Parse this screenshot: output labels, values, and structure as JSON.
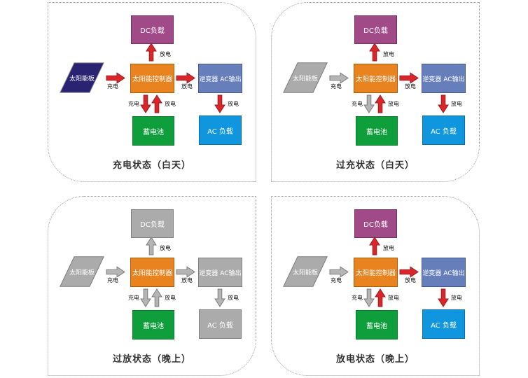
{
  "colors": {
    "arrow_active": "#D8262B",
    "arrow_inactive": "#B5B5B5",
    "controller": "#E8831F",
    "dc_load": "#A14A88",
    "inverter": "#667FBB",
    "ac_load": "#1096DE",
    "battery": "#0F9E3C",
    "solar_panel_day": "#2A2372",
    "solar_panel_inactive": "#ABABAB"
  },
  "quadrants": [
    {
      "title": "充电状态（白天）",
      "panel": {
        "label": "太阳能板",
        "variant": "navy"
      },
      "boxes": {
        "dc_load": {
          "label": "DC负载",
          "variant": "purple"
        },
        "controller": {
          "label": "太阳能控制器",
          "variant": "orange"
        },
        "inverter": {
          "label": "逆变器 AC输出",
          "variant": "slate"
        },
        "battery": {
          "label": "蓄电池",
          "variant": "green"
        },
        "ac_load": {
          "label": "AC 负载",
          "variant": "blue"
        }
      },
      "arrows": {
        "solar_to_controller": {
          "label": "充电",
          "state": "red"
        },
        "controller_to_dc": {
          "label": "放电",
          "state": "red"
        },
        "controller_to_inverter": {
          "label": "放电",
          "state": "red"
        },
        "inverter_to_ac": {
          "label": "放电",
          "state": "red"
        },
        "controller_to_battery": {
          "label": "充电",
          "state": "red"
        },
        "battery_to_controller": {
          "label": "放电",
          "state": "red"
        }
      }
    },
    {
      "title": "过充状态（白天）",
      "panel": {
        "label": "太阳能板",
        "variant": "gray"
      },
      "boxes": {
        "dc_load": {
          "label": "DC负载",
          "variant": "purple"
        },
        "controller": {
          "label": "太阳能控制器",
          "variant": "orange"
        },
        "inverter": {
          "label": "逆变器 AC输出",
          "variant": "slate"
        },
        "battery": {
          "label": "蓄电池",
          "variant": "green"
        },
        "ac_load": {
          "label": "AC 负载",
          "variant": "blue"
        }
      },
      "arrows": {
        "solar_to_controller": {
          "label": "充电",
          "state": "gray"
        },
        "controller_to_dc": {
          "label": "放电",
          "state": "red"
        },
        "controller_to_inverter": {
          "label": "放电",
          "state": "red"
        },
        "inverter_to_ac": {
          "label": "放电",
          "state": "red"
        },
        "controller_to_battery": {
          "label": "充电",
          "state": "gray"
        },
        "battery_to_controller": {
          "label": "放电",
          "state": "red"
        }
      }
    },
    {
      "title": "过放状态（晚上）",
      "panel": {
        "label": "太阳能板",
        "variant": "gray"
      },
      "boxes": {
        "dc_load": {
          "label": "DC负载",
          "variant": "gray"
        },
        "controller": {
          "label": "太阳能控制器",
          "variant": "orange"
        },
        "inverter": {
          "label": "逆变器 AC输出",
          "variant": "gray"
        },
        "battery": {
          "label": "蓄电池",
          "variant": "green"
        },
        "ac_load": {
          "label": "AC 负载",
          "variant": "gray"
        }
      },
      "arrows": {
        "solar_to_controller": {
          "label": "充电",
          "state": "gray"
        },
        "controller_to_dc": {
          "label": "放电",
          "state": "gray"
        },
        "controller_to_inverter": {
          "label": "放电",
          "state": "gray"
        },
        "inverter_to_ac": {
          "label": "放电",
          "state": "gray"
        },
        "controller_to_battery": {
          "label": "充电",
          "state": "gray"
        },
        "battery_to_controller": {
          "label": "放电",
          "state": "gray"
        }
      }
    },
    {
      "title": "放电状态（晚上）",
      "panel": {
        "label": "太阳能板",
        "variant": "gray"
      },
      "boxes": {
        "dc_load": {
          "label": "DC负载",
          "variant": "purple"
        },
        "controller": {
          "label": "太阳能控制器",
          "variant": "orange"
        },
        "inverter": {
          "label": "逆变器 AC输出",
          "variant": "slate"
        },
        "battery": {
          "label": "蓄电池",
          "variant": "green"
        },
        "ac_load": {
          "label": "AC 负载",
          "variant": "blue"
        }
      },
      "arrows": {
        "solar_to_controller": {
          "label": "充电",
          "state": "gray"
        },
        "controller_to_dc": {
          "label": "放电",
          "state": "red"
        },
        "controller_to_inverter": {
          "label": "放电",
          "state": "red"
        },
        "inverter_to_ac": {
          "label": "放电",
          "state": "red"
        },
        "controller_to_battery": {
          "label": "充电",
          "state": "gray"
        },
        "battery_to_controller": {
          "label": "放电",
          "state": "red"
        }
      }
    }
  ]
}
